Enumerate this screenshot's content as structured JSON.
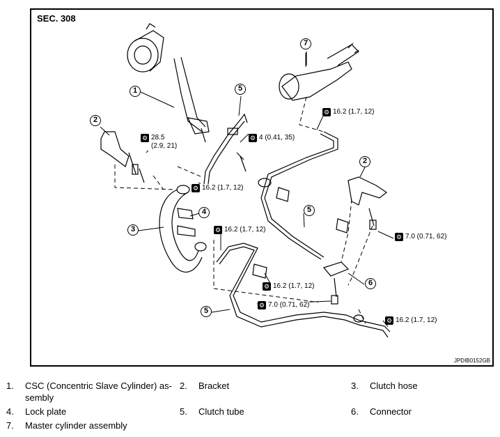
{
  "figure": {
    "section_label": "SEC. 308",
    "figure_code": "JPDIB0152GB"
  },
  "callouts": [
    "1",
    "2",
    "2",
    "3",
    "4",
    "5",
    "5",
    "5",
    "6",
    "7"
  ],
  "torques": [
    {
      "value": "28.5",
      "sub": "(2.9, 21)"
    },
    {
      "value": "4 (0.41, 35)"
    },
    {
      "value": "16.2 (1.7, 12)"
    },
    {
      "value": "16.2 (1.7, 12)"
    },
    {
      "value": "16.2 (1.7, 12)"
    },
    {
      "value": "16.2 (1.7, 12)"
    },
    {
      "value": "16.2 (1.7, 12)"
    },
    {
      "value": "7.0 (0.71, 62)"
    },
    {
      "value": "7.0 (0.71, 62)"
    }
  ],
  "legend": [
    {
      "num": "1.",
      "label": "CSC (Concentric Slave Cylinder) as-"
    },
    {
      "num": "",
      "label": "sembly"
    },
    {
      "num": "2.",
      "label": "Bracket"
    },
    {
      "num": "3.",
      "label": "Clutch hose"
    },
    {
      "num": "4.",
      "label": "Lock plate"
    },
    {
      "num": "5.",
      "label": "Clutch tube"
    },
    {
      "num": "6.",
      "label": "Connector"
    },
    {
      "num": "7.",
      "label": "Master cylinder assembly"
    }
  ]
}
